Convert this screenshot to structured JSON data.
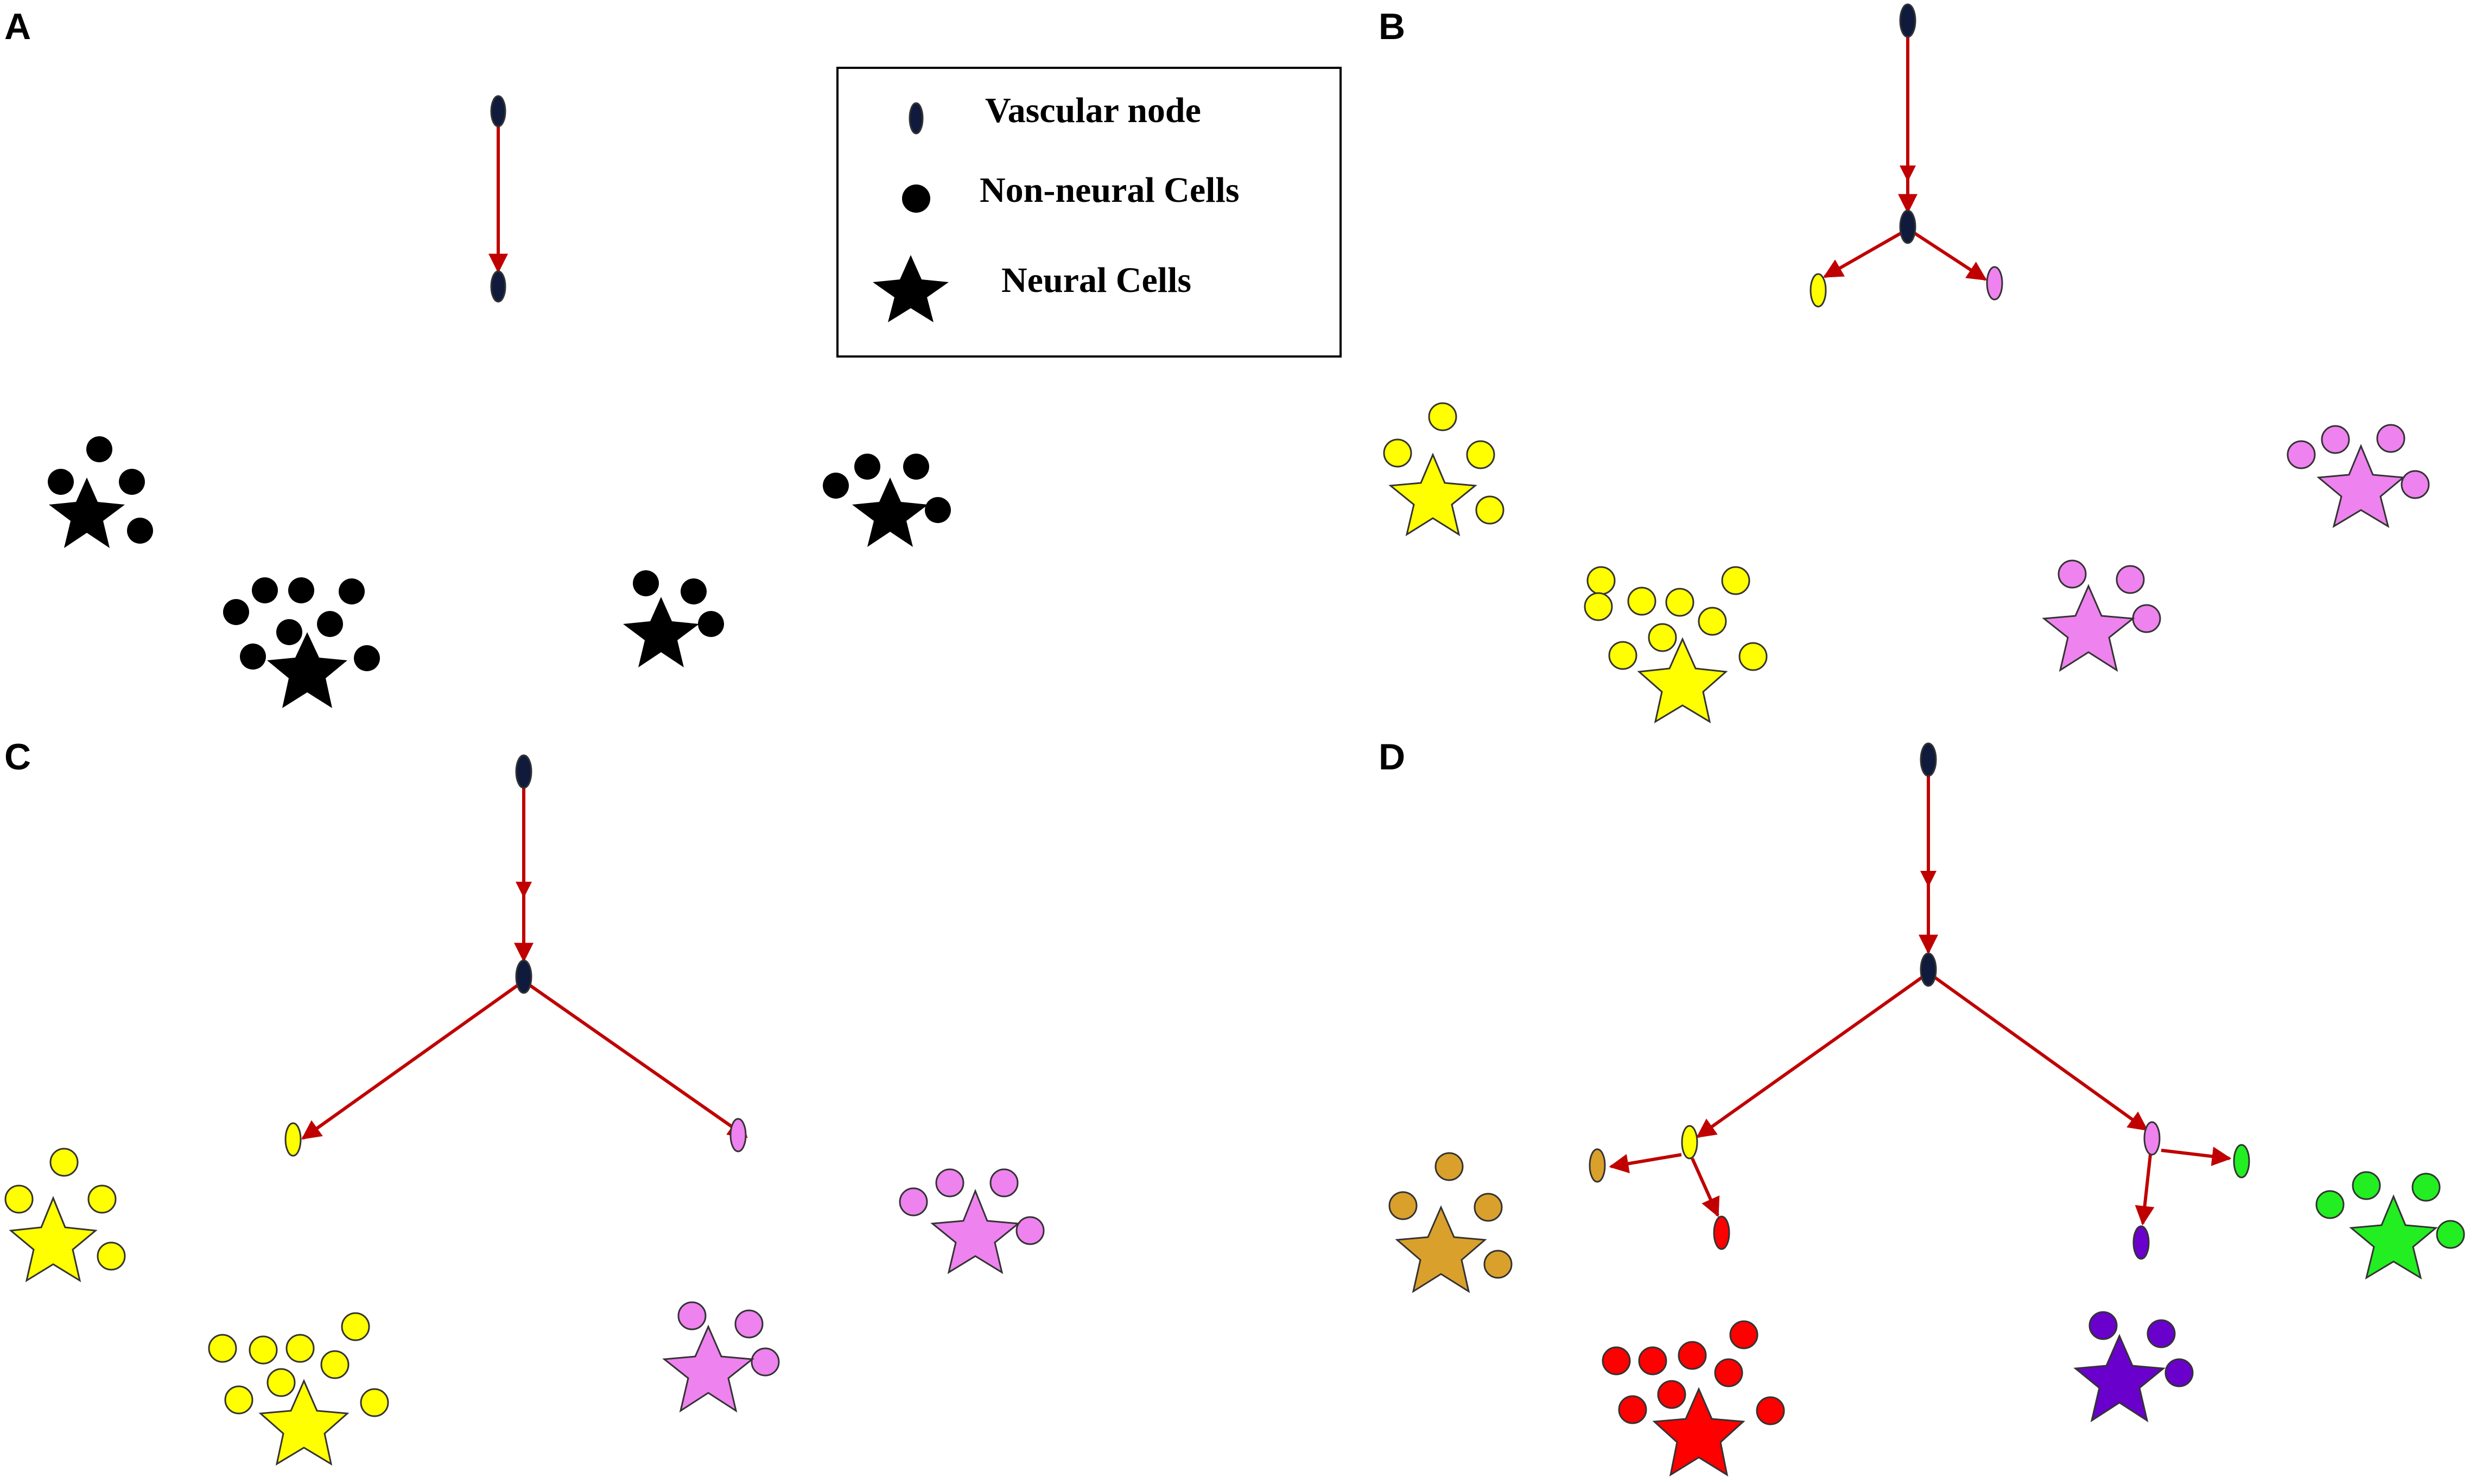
{
  "panels": [
    {
      "label": "A"
    },
    {
      "label": "B"
    },
    {
      "label": "C"
    },
    {
      "label": "D"
    }
  ],
  "legend": {
    "vascular_node": "Vascular node",
    "non_neural": "Non-neural Cells",
    "neural": "Neural Cells"
  },
  "colors": {
    "black": "#000000",
    "node_dark": "#0f1a3c",
    "vessel": "#c00000",
    "yellow": "#ffff00",
    "pink": "#ee82ee",
    "orange": "#daa02c",
    "red": "#ff0000",
    "purple": "#6a00cc",
    "green": "#22ee22",
    "outline": "#333333"
  }
}
